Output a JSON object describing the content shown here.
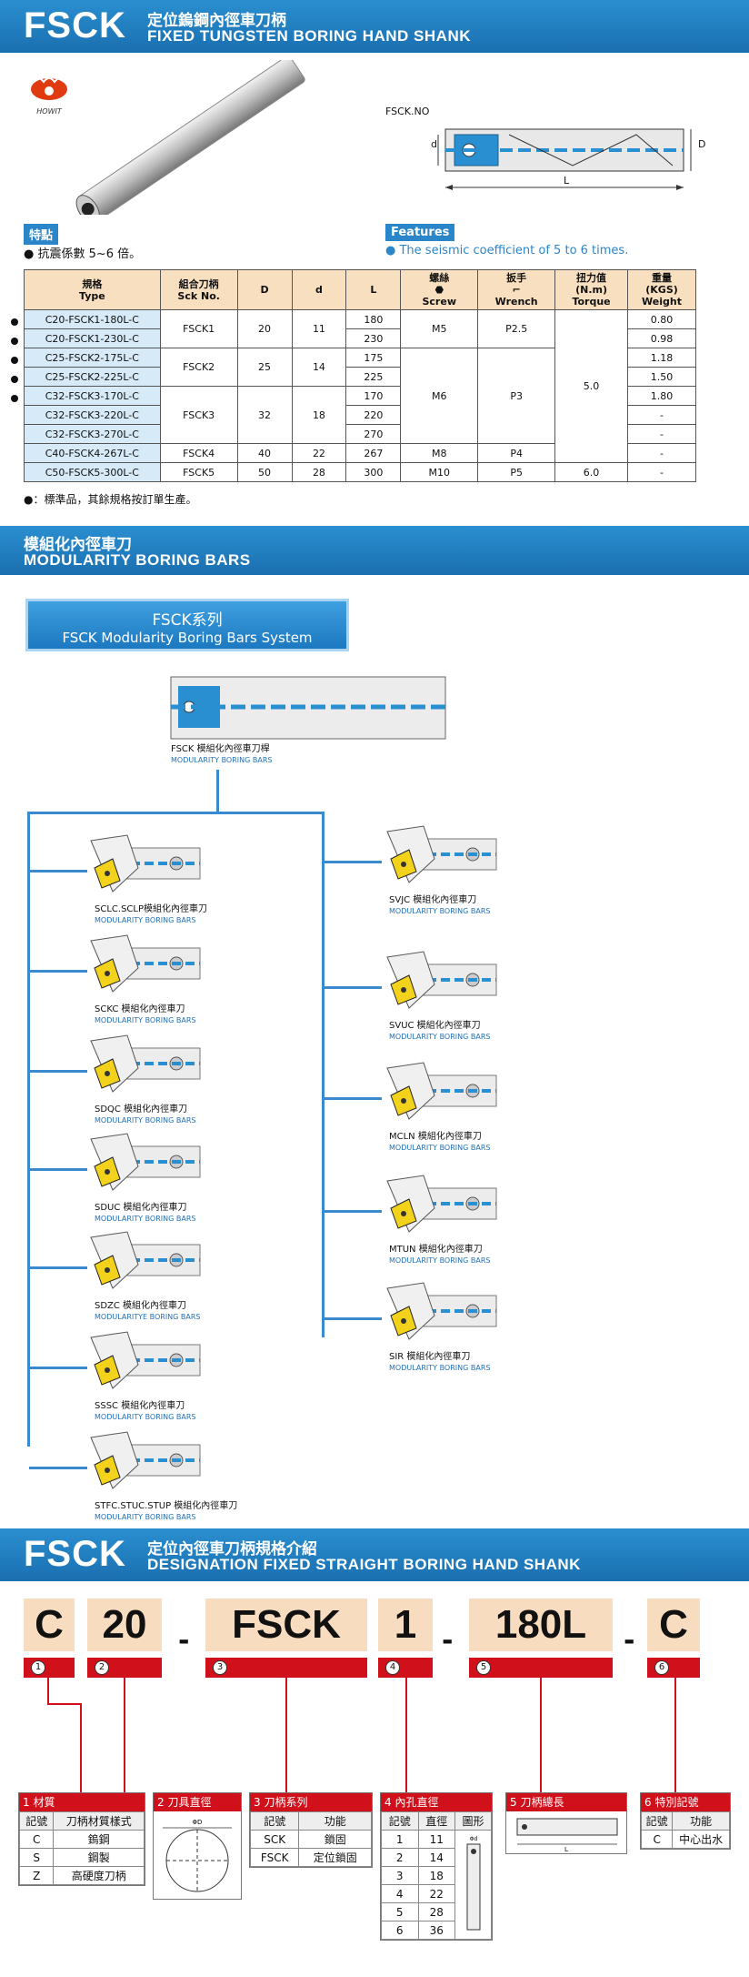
{
  "header": {
    "code": "FSCK",
    "title_zh": "定位鎢鋼內徑車刀柄",
    "title_en": "FIXED TUNGSTEN BORING HAND SHANK"
  },
  "brand": {
    "logo_text": "HOWIT"
  },
  "drawing": {
    "label_no": "FSCK.NO",
    "d": "d",
    "D": "D",
    "L": "L"
  },
  "features": {
    "zh_label": "特點",
    "zh_text": "抗震係數 5~6 倍。",
    "en_label": "Features",
    "en_text": "The seismic coefficient of 5 to 6 times."
  },
  "spec_table": {
    "headers": [
      {
        "zh": "規格",
        "en": "Type"
      },
      {
        "zh": "組合刀柄",
        "en": "Sck No."
      },
      {
        "zh": "",
        "en": "D"
      },
      {
        "zh": "",
        "en": "d"
      },
      {
        "zh": "",
        "en": "L"
      },
      {
        "zh": "螺絲",
        "en": "Screw"
      },
      {
        "zh": "扳手",
        "en": "Wrench"
      },
      {
        "zh": "扭力值",
        "en": "(N.m)",
        "en2": "Torque"
      },
      {
        "zh": "重量",
        "en": "(KGS)",
        "en2": "Weight"
      }
    ],
    "rows": [
      {
        "type": "C20-FSCK1-180L-C",
        "L": "180",
        "weight": "0.80"
      },
      {
        "type": "C20-FSCK1-230L-C",
        "L": "230",
        "weight": "0.98"
      },
      {
        "type": "C25-FSCK2-175L-C",
        "L": "175",
        "weight": "1.18"
      },
      {
        "type": "C25-FSCK2-225L-C",
        "L": "225",
        "weight": "1.50"
      },
      {
        "type": "C32-FSCK3-170L-C",
        "L": "170",
        "weight": "1.80"
      },
      {
        "type": "C32-FSCK3-220L-C",
        "L": "220",
        "weight": "-"
      },
      {
        "type": "C32-FSCK3-270L-C",
        "L": "270",
        "weight": "-"
      },
      {
        "type": "C40-FSCK4-267L-C",
        "L": "267",
        "weight": "-"
      },
      {
        "type": "C50-FSCK5-300L-C",
        "L": "300",
        "weight": "-"
      }
    ],
    "groups": {
      "fsck1": {
        "sck": "FSCK1",
        "D": "20",
        "d": "11"
      },
      "fsck2": {
        "sck": "FSCK2",
        "D": "25",
        "d": "14"
      },
      "fsck3": {
        "sck": "FSCK3",
        "D": "32",
        "d": "18"
      },
      "fsck4": {
        "sck": "FSCK4",
        "D": "40",
        "d": "22",
        "screw": "M8",
        "wrench": "P4"
      },
      "fsck5": {
        "sck": "FSCK5",
        "D": "50",
        "d": "28",
        "screw": "M10",
        "wrench": "P5",
        "torque": "6.0"
      },
      "m5": "M5",
      "p25": "P2.5",
      "m6": "M6",
      "p3": "P3",
      "t50": "5.0"
    },
    "note": "●：標準品，其餘規格按訂單生產。"
  },
  "section2": {
    "title_zh": "模組化內徑車刀",
    "title_en": "MODULARITY BORING BARS",
    "system_zh": "FSCK系列",
    "system_en": "FSCK Modularity Boring Bars System",
    "main_caption_zh": "FSCK 模組化內徑車刀桿",
    "main_caption_en": "MODULARITY BORING BARS",
    "left_tools": [
      {
        "zh": "SCLC.SCLP模組化內徑車刀",
        "en": "MODULARITY BORING BARS"
      },
      {
        "zh": "SCKC 模組化內徑車刀",
        "en": "MODULARITY BORING BARS"
      },
      {
        "zh": "SDQC 模組化內徑車刀",
        "en": "MODULARITY BORING BARS"
      },
      {
        "zh": "SDUC 模組化內徑車刀",
        "en": "MODULARITY BORING BARS"
      },
      {
        "zh": "SDZC 模組化內徑車刀",
        "en": "MODULARITYE BORING BARS"
      },
      {
        "zh": "SSSC 模組化內徑車刀",
        "en": "MODULARITY BORING BARS"
      },
      {
        "zh": "STFC.STUC.STUP 模組化內徑車刀",
        "en": "MODULARITY BORING BARS"
      }
    ],
    "right_tools": [
      {
        "zh": "SVJC 模組化內徑車刀",
        "en": "MODULARITY BORING BARS"
      },
      {
        "zh": "SVUC 模組化內徑車刀",
        "en": "MODULARITY BORING BARS"
      },
      {
        "zh": "MCLN 模組化內徑車刀",
        "en": "MODULARITY BORING BARS"
      },
      {
        "zh": "MTUN 模組化內徑車刀",
        "en": "MODULARITY BORING BARS"
      },
      {
        "zh": "SIR 模組化內徑車刀",
        "en": "MODULARITY BORING BARS"
      }
    ]
  },
  "section3": {
    "code": "FSCK",
    "title_zh": "定位內徑車刀柄規格介紹",
    "title_en": "DESIGNATION FIXED STRAIGHT BORING HAND SHANK",
    "codes": [
      "C",
      "20",
      "FSCK",
      "1",
      "180L",
      "C"
    ],
    "dash": "-",
    "nums": [
      "1",
      "2",
      "3",
      "4",
      "5",
      "6"
    ],
    "legend1": {
      "title": "材質",
      "h1": "記號",
      "h2": "刀柄材質樣式",
      "rows": [
        [
          "C",
          "鎢鋼"
        ],
        [
          "S",
          "鋼製"
        ],
        [
          "Z",
          "高硬度刀柄"
        ]
      ]
    },
    "legend2": {
      "title": "刀具直徑",
      "label": "ΦD"
    },
    "legend3": {
      "title": "刀柄系列",
      "h1": "記號",
      "h2": "功能",
      "rows": [
        [
          "SCK",
          "鎖固"
        ],
        [
          "FSCK",
          "定位鎖固"
        ]
      ]
    },
    "legend4": {
      "title": "內孔直徑",
      "h1": "記號",
      "h2": "直徑",
      "h3": "圖形",
      "rows": [
        [
          "1",
          "11"
        ],
        [
          "2",
          "14"
        ],
        [
          "3",
          "18"
        ],
        [
          "4",
          "22"
        ],
        [
          "5",
          "28"
        ],
        [
          "6",
          "36"
        ]
      ],
      "d_label": "Φd"
    },
    "legend5": {
      "title": "刀柄總長",
      "label": "L"
    },
    "legend6": {
      "title": "特別記號",
      "h1": "記號",
      "h2": "功能",
      "rows": [
        [
          "C",
          "中心出水"
        ]
      ]
    }
  }
}
